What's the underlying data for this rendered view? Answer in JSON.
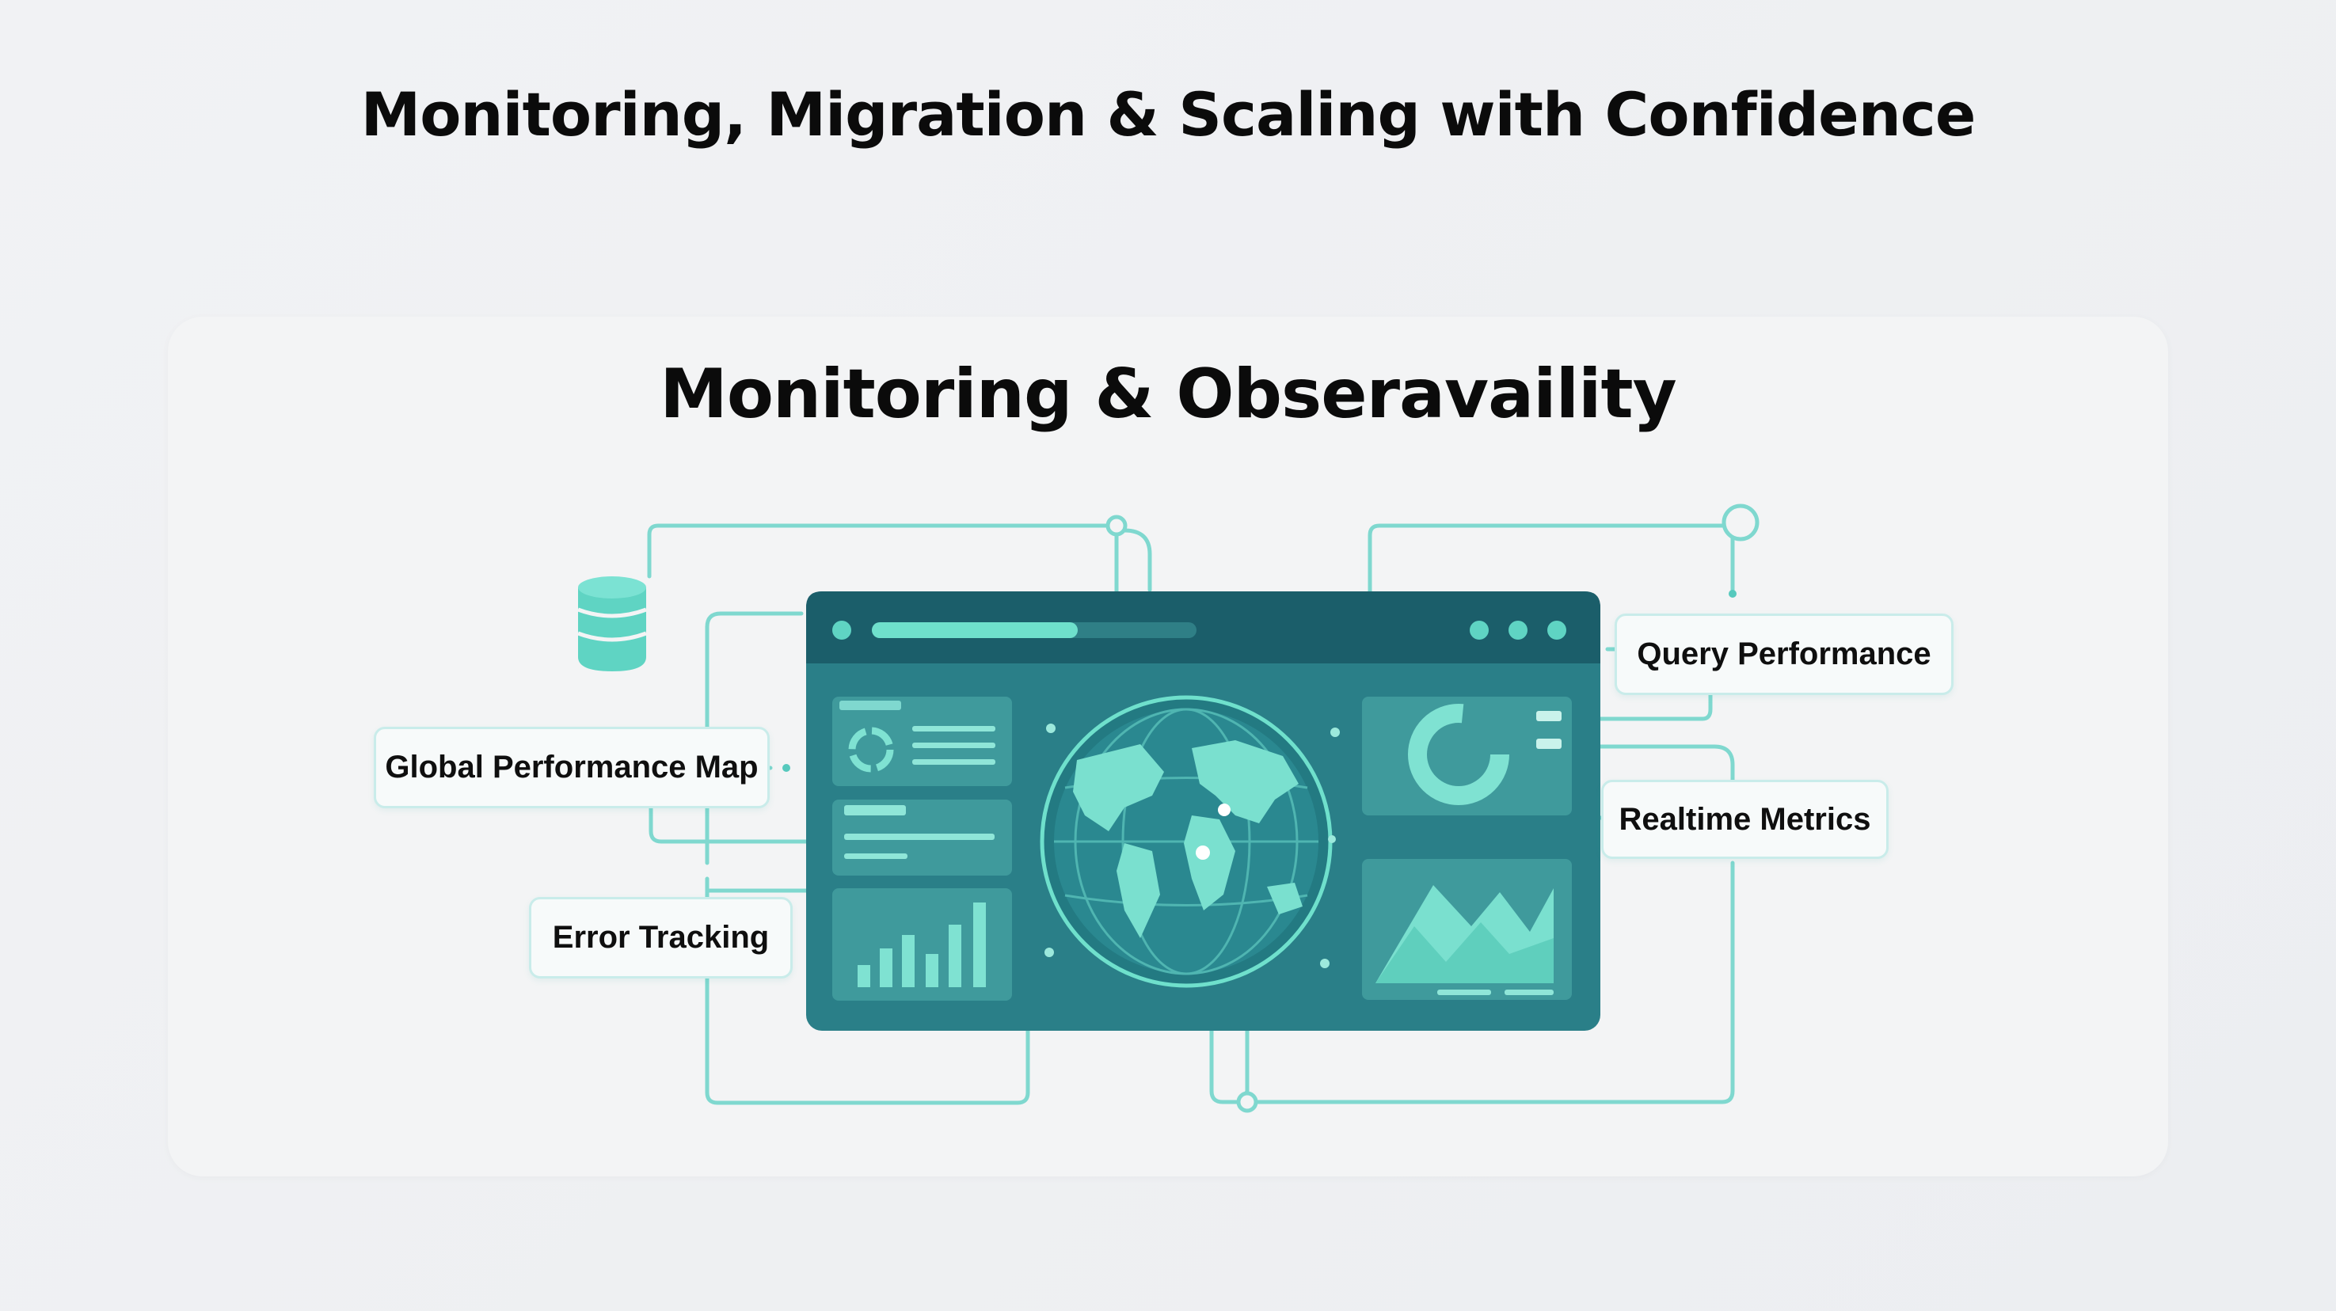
{
  "page": {
    "title": "Monitoring, Migration & Scaling with Confidence"
  },
  "section": {
    "title": "Monitoring & Obseravaility"
  },
  "callouts": {
    "global_performance_map": "Global Performance Map",
    "error_tracking": "Error Tracking",
    "query_performance": "Query Performance",
    "realtime_metrics": "Realtime Metrics"
  },
  "colors": {
    "connector": "#7fd8cf",
    "dashboard_header": "#1b5e6a",
    "dashboard_body": "#2a7f88",
    "panel": "#3f9a9c",
    "accent": "#6fe0cc"
  },
  "icons": {
    "database": "database-icon",
    "globe": "globe-icon",
    "donut": "donut-chart-icon",
    "bars": "bar-chart-icon",
    "area": "area-chart-icon"
  }
}
